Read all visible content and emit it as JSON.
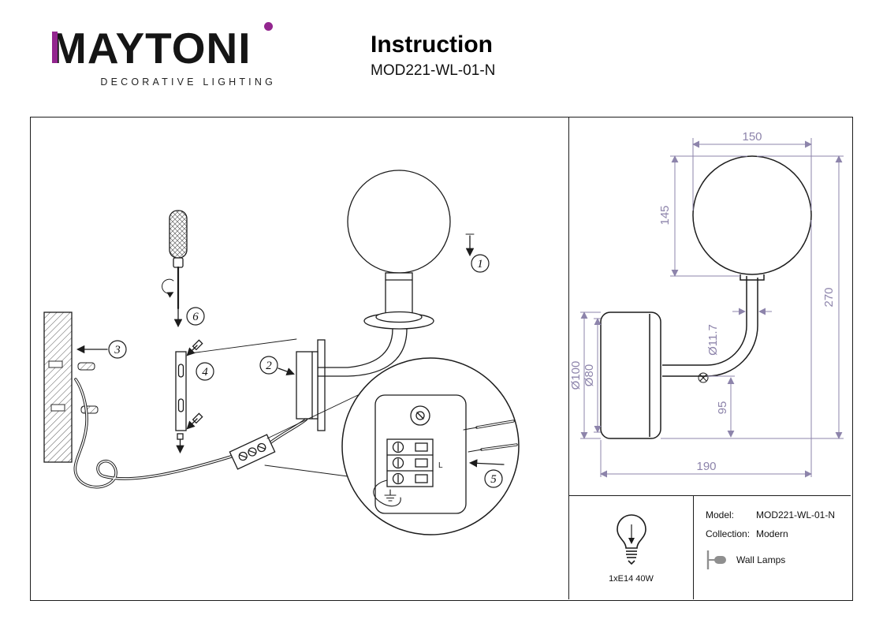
{
  "header": {
    "brand": "MAYTONI",
    "brand_subtitle": "DECORATIVE LIGHTING",
    "title": "Instruction",
    "model": "MOD221-WL-01-N"
  },
  "diagram": {
    "callouts": [
      "1",
      "2",
      "3",
      "4",
      "5",
      "6"
    ],
    "terminal_label": "L"
  },
  "dimensions": {
    "globe_width": "150",
    "globe_height": "145",
    "total_height": "270",
    "base_outer": "Ø100",
    "base_inner": "Ø80",
    "arm_diameter": "Ø11.7",
    "arm_offset": "95",
    "total_depth": "190"
  },
  "spec": {
    "bulb": "1xE14 40W",
    "model_label": "Model:",
    "model_value": "MOD221-WL-01-N",
    "collection_label": "Collection:",
    "collection_value": "Modern",
    "category": "Wall Lamps"
  },
  "colors": {
    "accent": "#93268f",
    "dimension": "#8d84ab",
    "line": "#1c1c1c"
  }
}
